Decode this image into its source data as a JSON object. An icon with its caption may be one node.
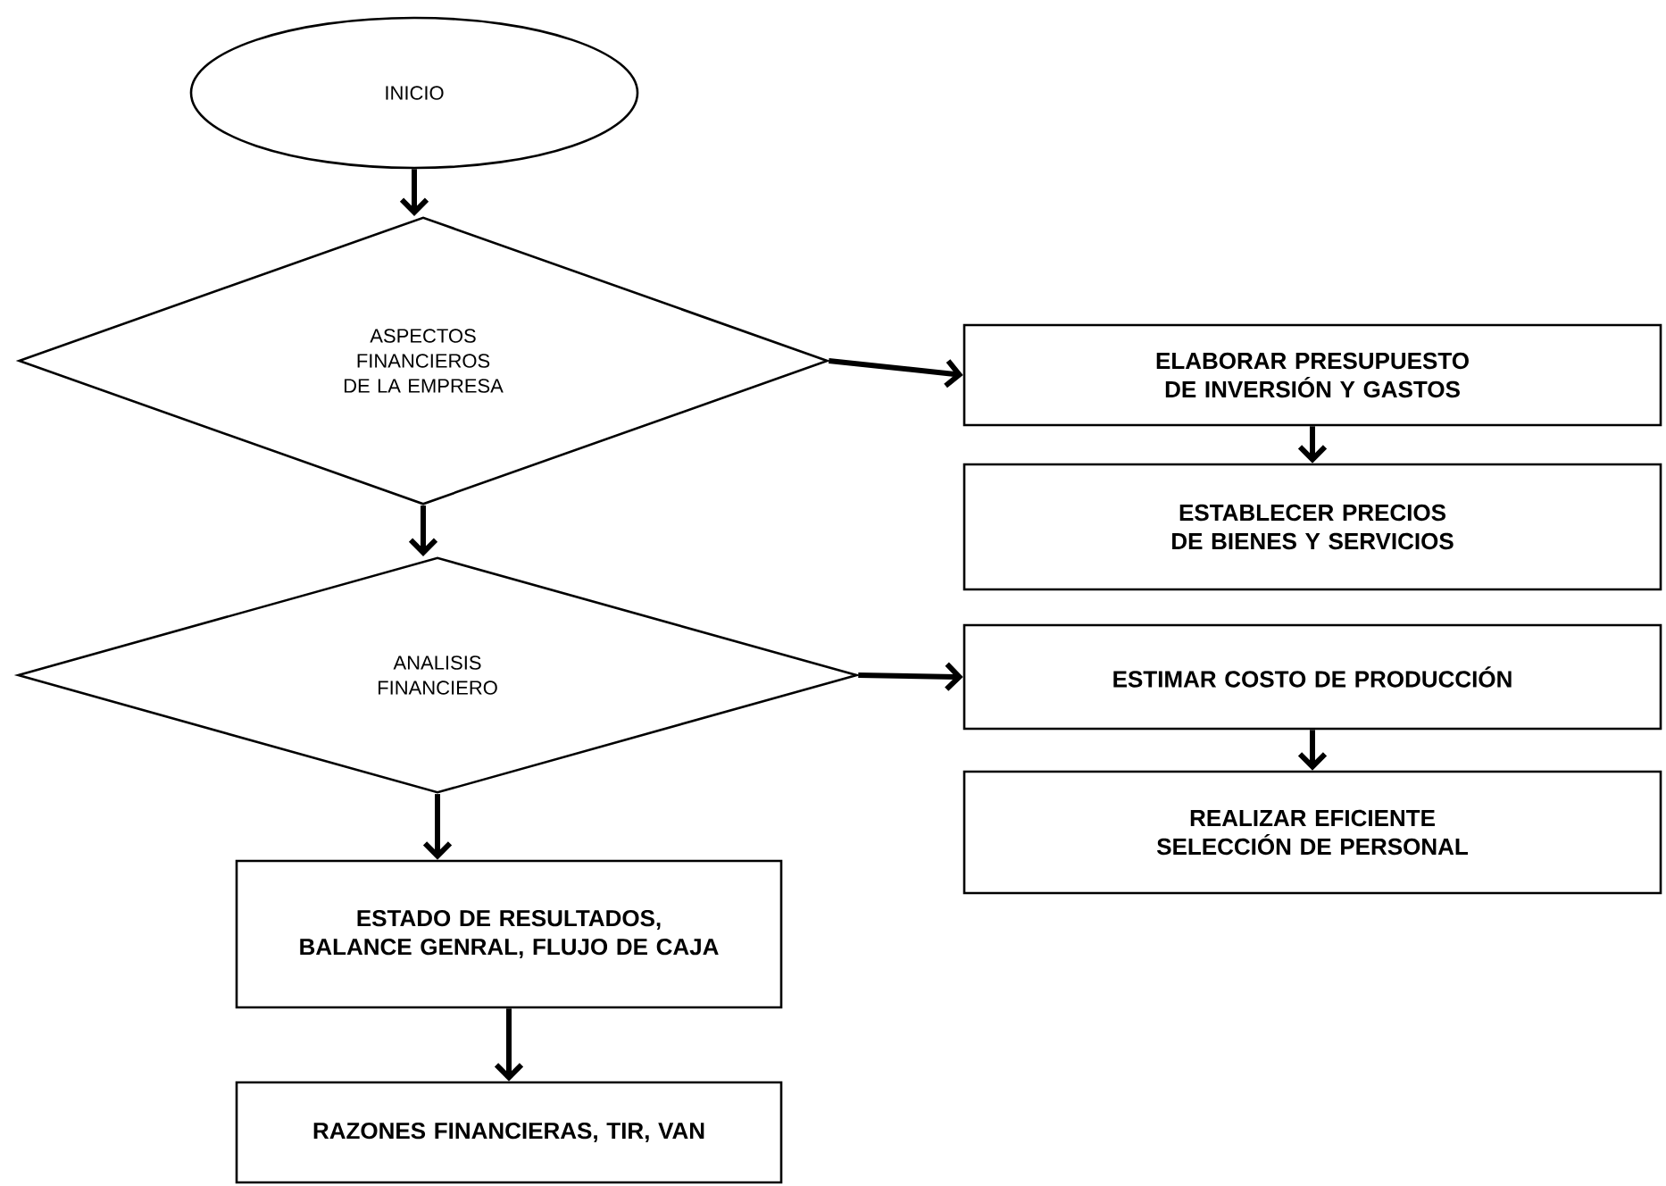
{
  "diagram": {
    "nodes": [
      {
        "text": [
          "INICIO"
        ]
      },
      {
        "text": [
          "ASPECTOS FINANCIEROS DE LA EMPRESA"
        ]
      },
      {
        "text": [
          "ELABORAR PRESUPUESTO DE INVERSIÓN Y GASTOS"
        ]
      },
      {
        "text": [
          "ESTABLECER PRECIOS DE BIENES Y SERVICIOS"
        ]
      },
      {
        "text": [
          "ANALISIS FINANCIERO"
        ]
      },
      {
        "text": [
          "ESTIMAR COSTO DE PRODUCCIÓN"
        ]
      },
      {
        "text": [
          "REALIZAR EFICIENTE SELECCIÓN DE PERSONAL"
        ]
      },
      {
        "text": [
          "ESTADO DE RESULTADOS, BALANCE GENRAL, FLUJO DE CAJA"
        ]
      },
      {
        "text": [
          "RAZONES FINANCIERAS, TIR, VAN"
        ]
      }
    ],
    "edges": [
      {
        "from": 0,
        "to": 1,
        "arrow": "to"
      },
      {
        "from": 1,
        "to": 2,
        "arrow": "to"
      },
      {
        "from": 2,
        "to": 3,
        "arrow": "to"
      },
      {
        "from": 1,
        "to": 4,
        "arrow": "to"
      },
      {
        "from": 4,
        "to": 5,
        "arrow": "to"
      },
      {
        "from": 5,
        "to": 6,
        "arrow": "to"
      },
      {
        "from": 4,
        "to": 7,
        "arrow": "to"
      },
      {
        "from": 7,
        "to": 8,
        "arrow": "to"
      }
    ]
  }
}
